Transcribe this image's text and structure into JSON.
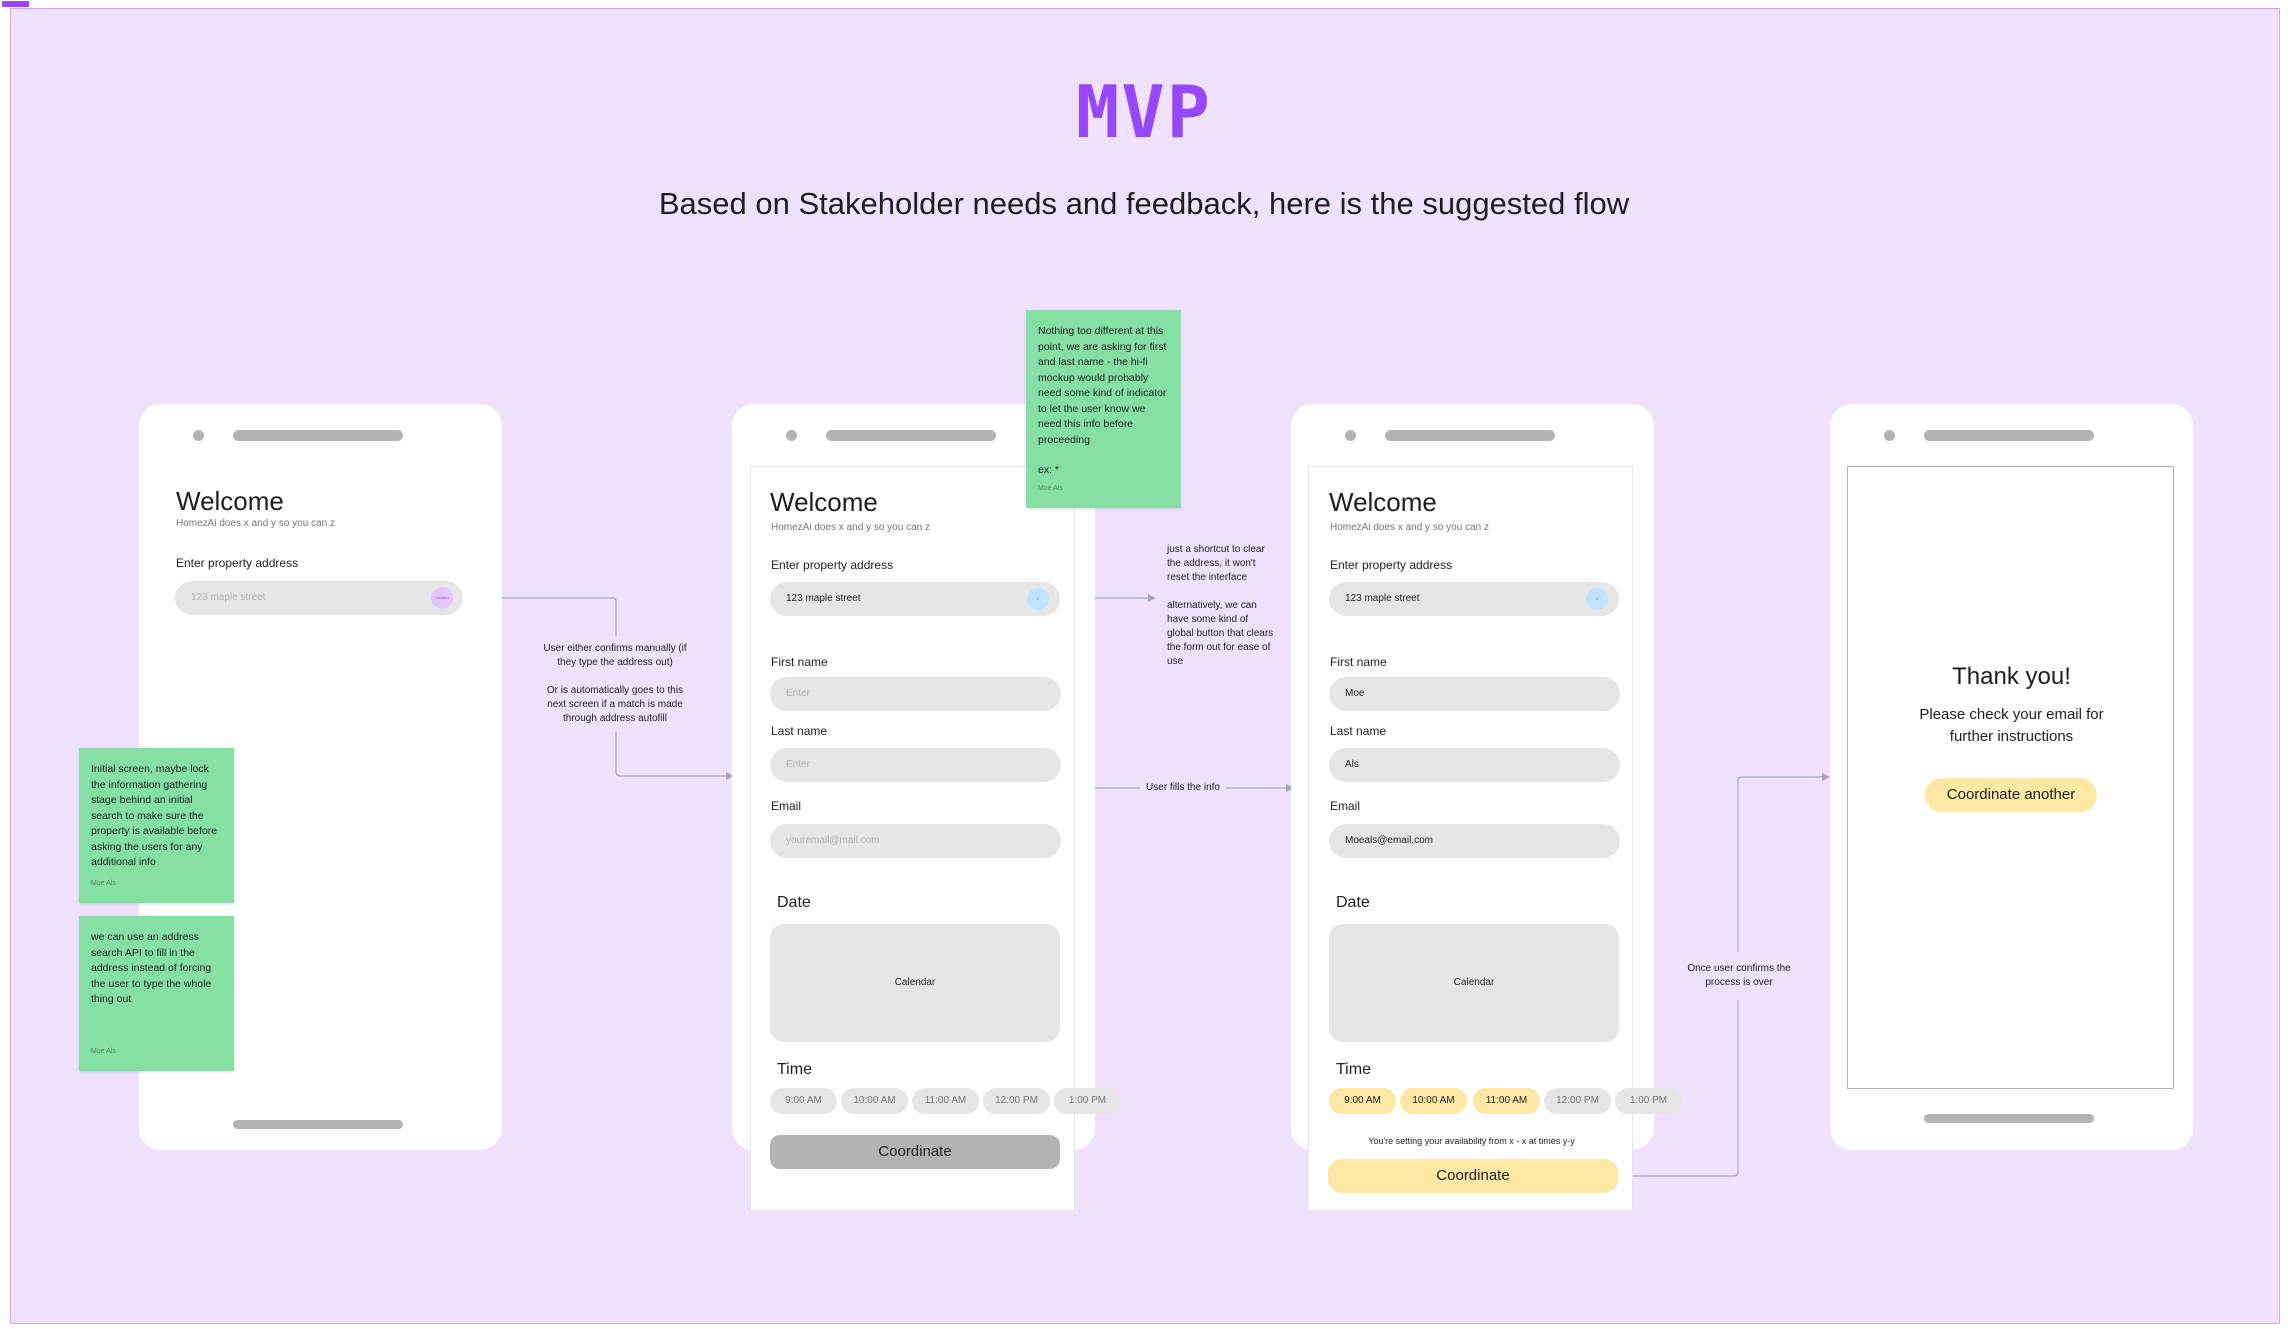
{
  "title": "MVP",
  "subtitle": "Based on Stakeholder needs and feedback, here is the suggested flow",
  "colors": {
    "accent": "#9747ff",
    "board": "#efe2ff",
    "sticky": "#85e0a3",
    "highlight": "#ffe8a3"
  },
  "welcome": {
    "heading": "Welcome",
    "tagline": "HomezAi does x and  y so you can z",
    "address_label": "Enter property address",
    "address_placeholder": "123 maple street",
    "address_value": "123 maple street",
    "go_label": "confirm"
  },
  "form": {
    "first_name_label": "First name",
    "last_name_label": "Last name",
    "email_label": "Email",
    "placeholder_enter": "Enter",
    "email_placeholder": "youremail@mail.com",
    "date_label": "Date",
    "calendar_label": "Calendar",
    "time_label": "Time",
    "slots": [
      "9:00 AM",
      "10:00 AM",
      "11:00 AM",
      "12:00 PM",
      "1:00 PM"
    ],
    "coordinate_label": "Coordinate"
  },
  "filled": {
    "first_name": "Moe",
    "last_name": "Als",
    "email": "Moeals@email.com",
    "selected_slots": [
      true,
      true,
      true,
      false,
      false
    ],
    "availability_note": "You're setting your availability from x - x at times y-y"
  },
  "thanks": {
    "heading": "Thank you!",
    "message": "Please check your email for further instructions",
    "button": "Coordinate another"
  },
  "stickies": [
    {
      "text": "Initial screen, maybe lock the information gathering stage behind an initial search to make sure the property is available before asking the users for any additional info",
      "author": "Moe Als"
    },
    {
      "text": "we can use an address search API to fill in the address instead of forcing the user to type the whole thing out",
      "author": "Moe Als"
    },
    {
      "text": "Nothing too different at this point, we are asking for first and last name - the hi-fi mockup would probably need some kind of indicator to let the user know we need this info before proceeding",
      "extra": "ex: *",
      "author": "Moe Als"
    }
  ],
  "annotations": {
    "confirm_a": "User either confirms manually (if they type the address out)",
    "confirm_b": "Or is automatically goes to this next screen if a match is made through address autofill",
    "clear_a": "just a shortcut to clear the address, it won't reset the interface",
    "clear_b": "alternatively, we can have some kind of global button that clears the form out for ease of use",
    "fills": "User fills the info",
    "confirms": "Once user confirms the process is over"
  }
}
